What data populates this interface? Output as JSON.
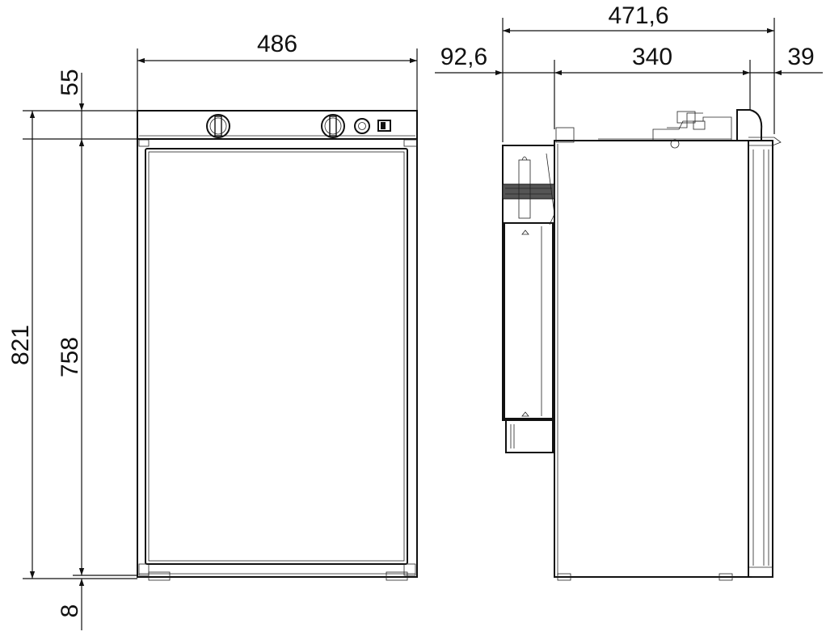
{
  "dimensions": {
    "front_width": "486",
    "top_offset": "55",
    "total_height": "821",
    "door_height": "758",
    "bottom_offset": "8",
    "side_total_depth": "471,6",
    "side_rear_depth": "92,6",
    "side_body_depth": "340",
    "side_door_depth": "39"
  }
}
